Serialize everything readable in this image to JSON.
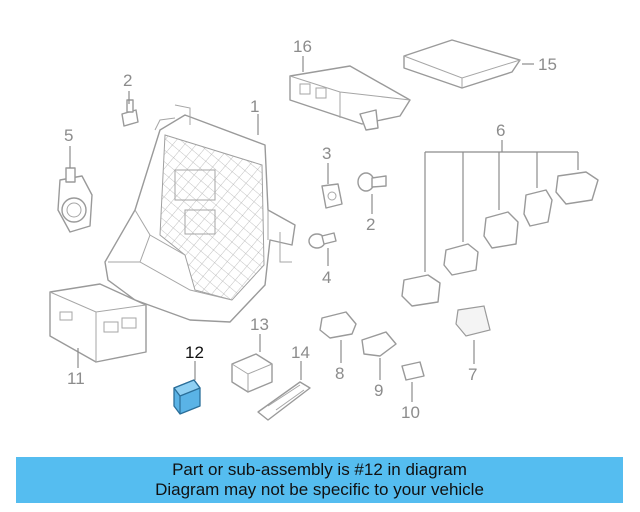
{
  "callouts": {
    "c1": "1",
    "c2a": "2",
    "c2b": "2",
    "c3": "3",
    "c4": "4",
    "c5": "5",
    "c6": "6",
    "c7": "7",
    "c8": "8",
    "c9": "9",
    "c10": "10",
    "c11": "11",
    "c12": "12",
    "c13": "13",
    "c14": "14",
    "c15": "15",
    "c16": "16"
  },
  "highlighted_part": "12",
  "highlight_color": "#5ab3e6",
  "banner": {
    "line1": "Part or sub-assembly is #12 in diagram",
    "line2": "Diagram may not be specific to your vehicle",
    "background": "#55bdf0"
  }
}
